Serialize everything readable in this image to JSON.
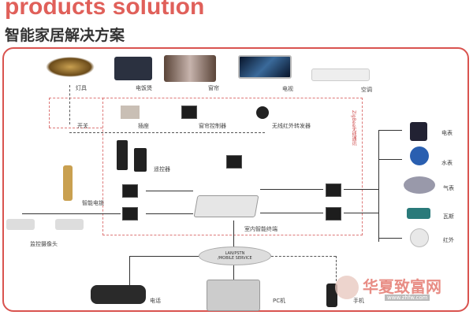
{
  "header": {
    "title": "products solution",
    "subtitle": "智能家居解决方案"
  },
  "devices": {
    "lamp": "灯具",
    "rice_cooker": "电饭煲",
    "curtain": "窗帘",
    "tv": "电视",
    "ac": "空调",
    "switch": "开关",
    "socket": "插座",
    "curtain_controller": "窗帘控制器",
    "ir_transmitter": "无线红外转发器",
    "remote": "遥控器",
    "smart_lock": "智能电锁",
    "camera": "监控摄像头",
    "terminal": "室内智能终端",
    "electric_meter": "电表",
    "water_meter": "水表",
    "gas_meter": "气表",
    "gas": "瓦斯",
    "infrared": "红外",
    "phone": "电话",
    "pc": "PC机",
    "mobile": "手机"
  },
  "network": {
    "line1": "LAN/PSTN",
    "line2": "/MOBILE SERVICE"
  },
  "zone_label": "ZigBee无线通讯",
  "watermark": {
    "name": "华夏致富网",
    "url": "www.zhfw.com"
  }
}
